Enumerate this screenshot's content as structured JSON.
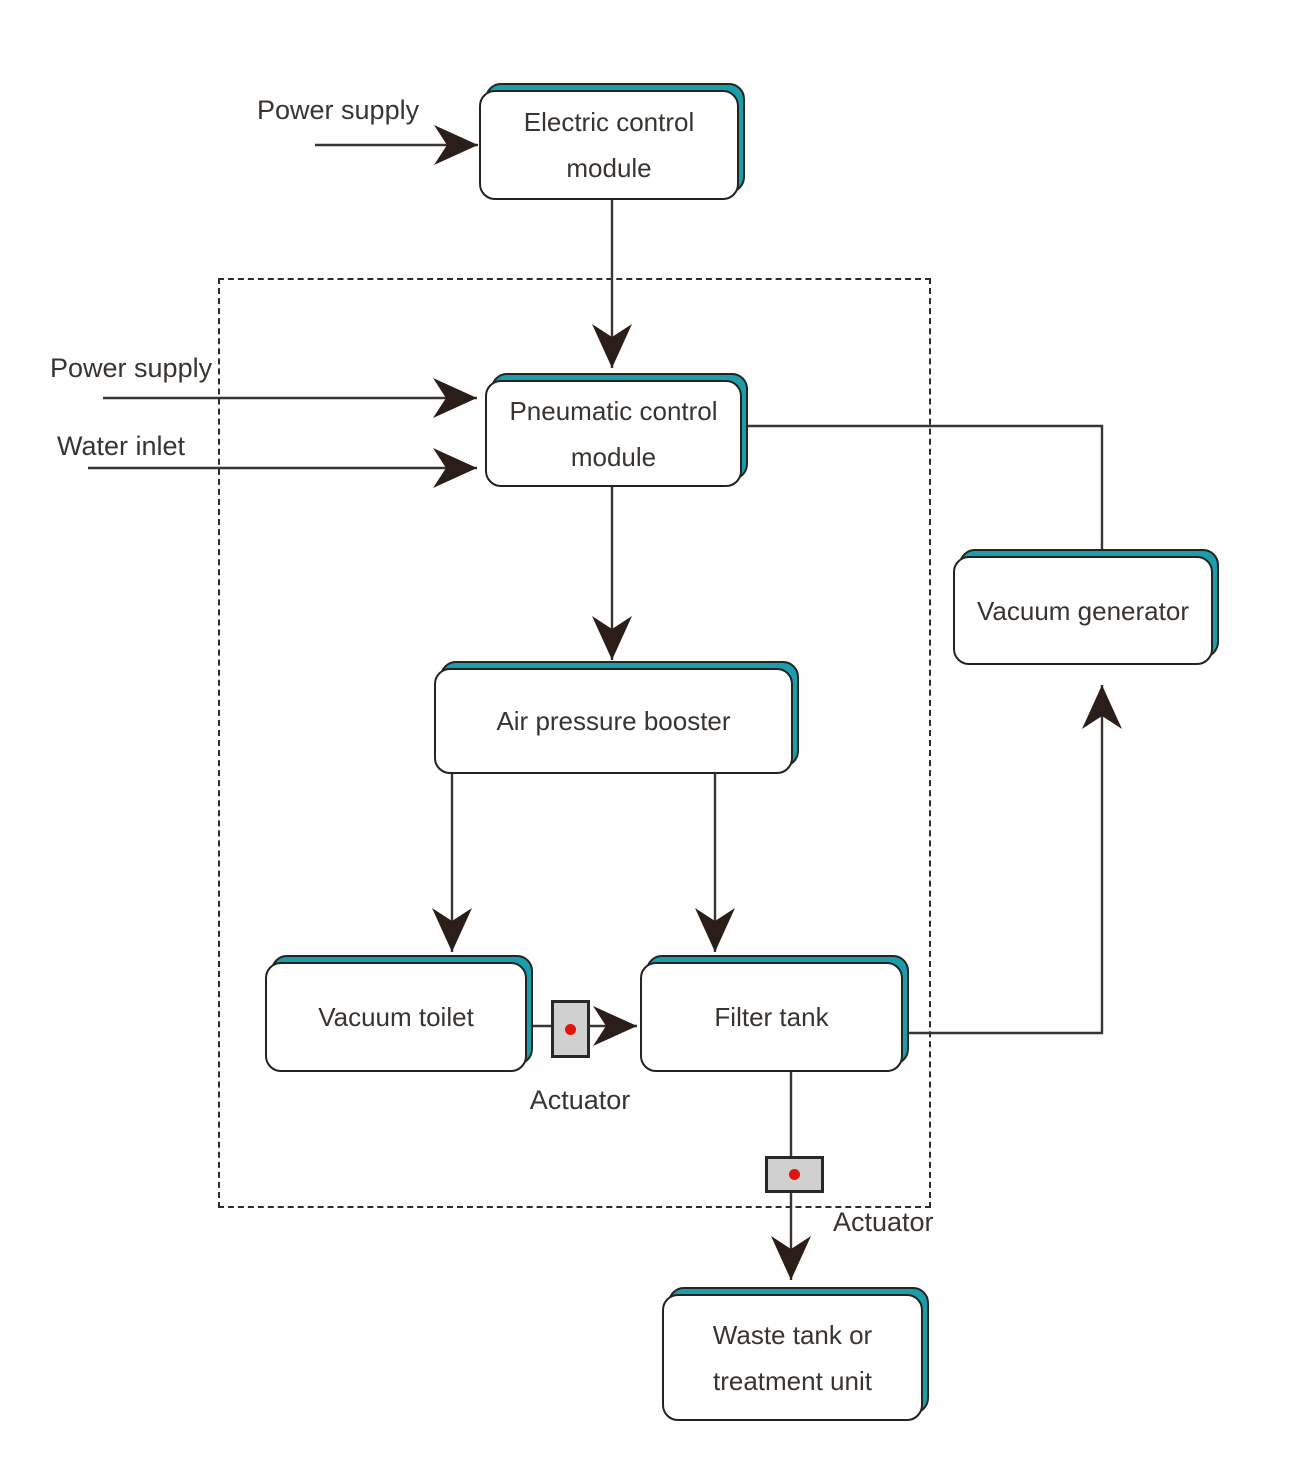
{
  "diagram": {
    "nodes": {
      "electric_control": {
        "label": "Electric control\nmodule"
      },
      "pneumatic_control": {
        "label": "Pneumatic control\nmodule"
      },
      "air_pressure_booster": {
        "label": "Air pressure booster"
      },
      "vacuum_toilet": {
        "label": "Vacuum toilet"
      },
      "filter_tank": {
        "label": "Filter tank"
      },
      "vacuum_generator": {
        "label": "Vacuum generator"
      },
      "waste_tank": {
        "label": "Waste tank or\ntreatment unit"
      }
    },
    "input_labels": {
      "power_supply_top": "Power supply",
      "power_supply_left": "Power supply",
      "water_inlet": "Water inlet"
    },
    "actuator_labels": {
      "actuator_1": "Actuator",
      "actuator_2": "Actuator"
    },
    "colors": {
      "node_top_accent": "#1b9daa",
      "node_border": "#262220",
      "line": "#3a3532",
      "arrowhead": "#2b1e18",
      "actuator_fill": "#d0d0d0",
      "actuator_dot": "#e3120e",
      "text": "#393430"
    }
  }
}
